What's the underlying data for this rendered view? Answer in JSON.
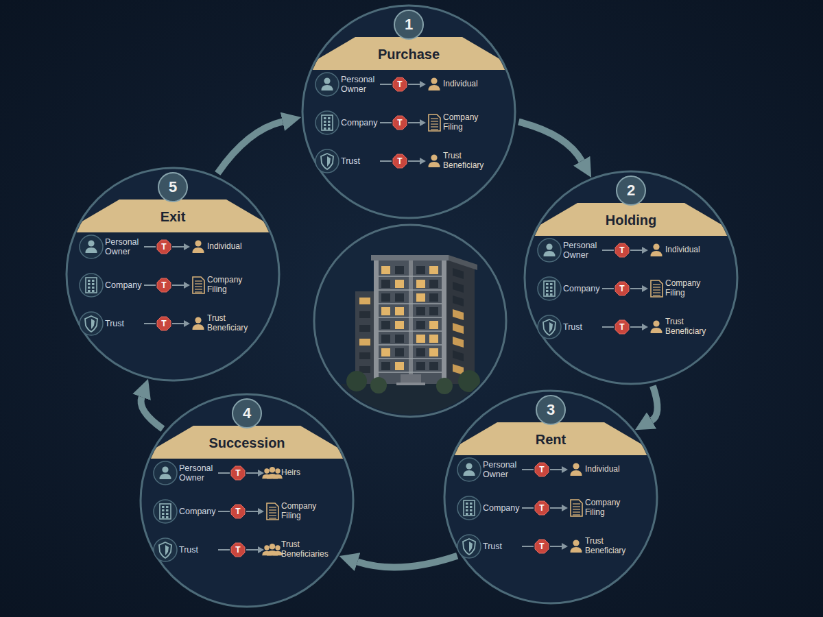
{
  "diagram": {
    "nodes": [
      {
        "text": [
          "1",
          "Purchase"
        ]
      },
      {
        "text": [
          "T"
        ],
        "in": 0
      },
      {
        "text": [
          "T"
        ],
        "in": 0
      },
      {
        "text": [
          "T"
        ],
        "in": 0
      },
      {
        "text": [
          "2",
          "Holding"
        ]
      },
      {
        "text": [
          "T"
        ],
        "in": 4
      },
      {
        "text": [
          "T"
        ],
        "in": 4
      },
      {
        "text": [
          "T"
        ],
        "in": 4
      },
      {
        "text": [
          "3",
          "Rent"
        ]
      },
      {
        "text": [
          "T"
        ],
        "in": 8
      },
      {
        "text": [
          "T"
        ],
        "in": 8
      },
      {
        "text": [
          "T"
        ],
        "in": 8
      },
      {
        "text": [
          "4",
          "Succession"
        ]
      },
      {
        "text": [
          "T"
        ],
        "in": 12
      },
      {
        "text": [
          "T"
        ],
        "in": 12
      },
      {
        "text": [
          "T"
        ],
        "in": 12
      },
      {
        "text": [
          "5",
          "Exit"
        ]
      },
      {
        "text": [
          "T"
        ],
        "in": 16
      },
      {
        "text": [
          "T"
        ],
        "in": 16
      },
      {
        "text": [
          "T"
        ],
        "in": 16
      }
    ],
    "edges": [
      {
        "from": 0,
        "to": 4,
        "arrow": "to"
      },
      {
        "from": 4,
        "to": 8,
        "arrow": "to"
      },
      {
        "from": 8,
        "to": 12,
        "arrow": "to"
      },
      {
        "from": 12,
        "to": 16,
        "arrow": "to"
      },
      {
        "from": 16,
        "to": 0,
        "arrow": "to"
      }
    ],
    "labels": [
      "Personal Owner",
      "Individual",
      "Company",
      "Company Filing",
      "Trust",
      "Trust Beneficiary",
      "Personal Owner",
      "Individual",
      "Company",
      "Company Filing",
      "Trust",
      "Trust Beneficiary",
      "Personal Owner",
      "Individual",
      "Company",
      "Company Filing",
      "Trust",
      "Trust Beneficiary",
      "Personal Owner",
      "Heirs",
      "Company",
      "Company Filing",
      "Trust",
      "Trust Beneficiaries",
      "Personal Owner",
      "Individual",
      "Company",
      "Company Filing",
      "Trust",
      "Trust Beneficiary"
    ]
  }
}
